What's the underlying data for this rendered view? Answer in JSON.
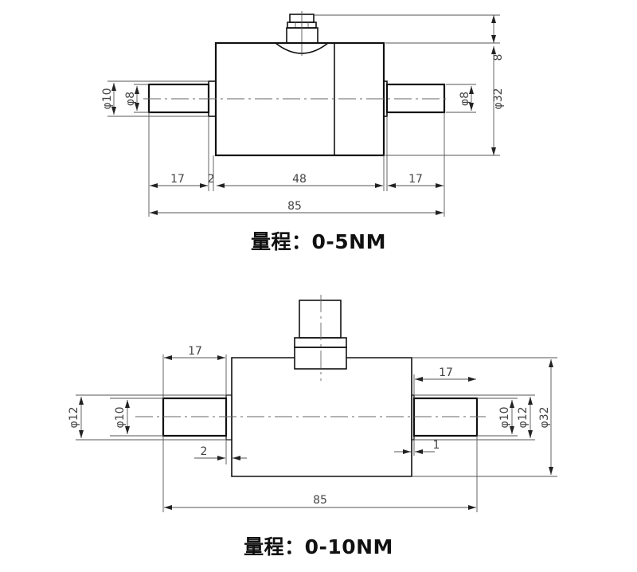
{
  "drawings": [
    {
      "id": "top",
      "caption": "量程：0-5NM",
      "dimensions": {
        "left_shaft_length": "17",
        "left_collar": "2",
        "body_length": "48",
        "right_shaft_length": "17",
        "overall_length": "85",
        "connector_height": "8",
        "body_diameter": "φ32",
        "left_outer_diameter": "φ10",
        "left_shaft_diameter": "φ8",
        "right_shaft_diameter": "φ8"
      }
    },
    {
      "id": "bottom",
      "caption": "量程：0-10NM",
      "dimensions": {
        "left_shaft_length": "17",
        "right_shaft_length": "17",
        "left_collar": "2",
        "right_collar": "1",
        "overall_length": "85",
        "body_diameter": "φ32",
        "left_outer_diameter": "φ12",
        "left_shaft_diameter": "φ10",
        "right_shaft_diameter": "φ10",
        "right_outer_diameter": "φ12"
      }
    }
  ]
}
